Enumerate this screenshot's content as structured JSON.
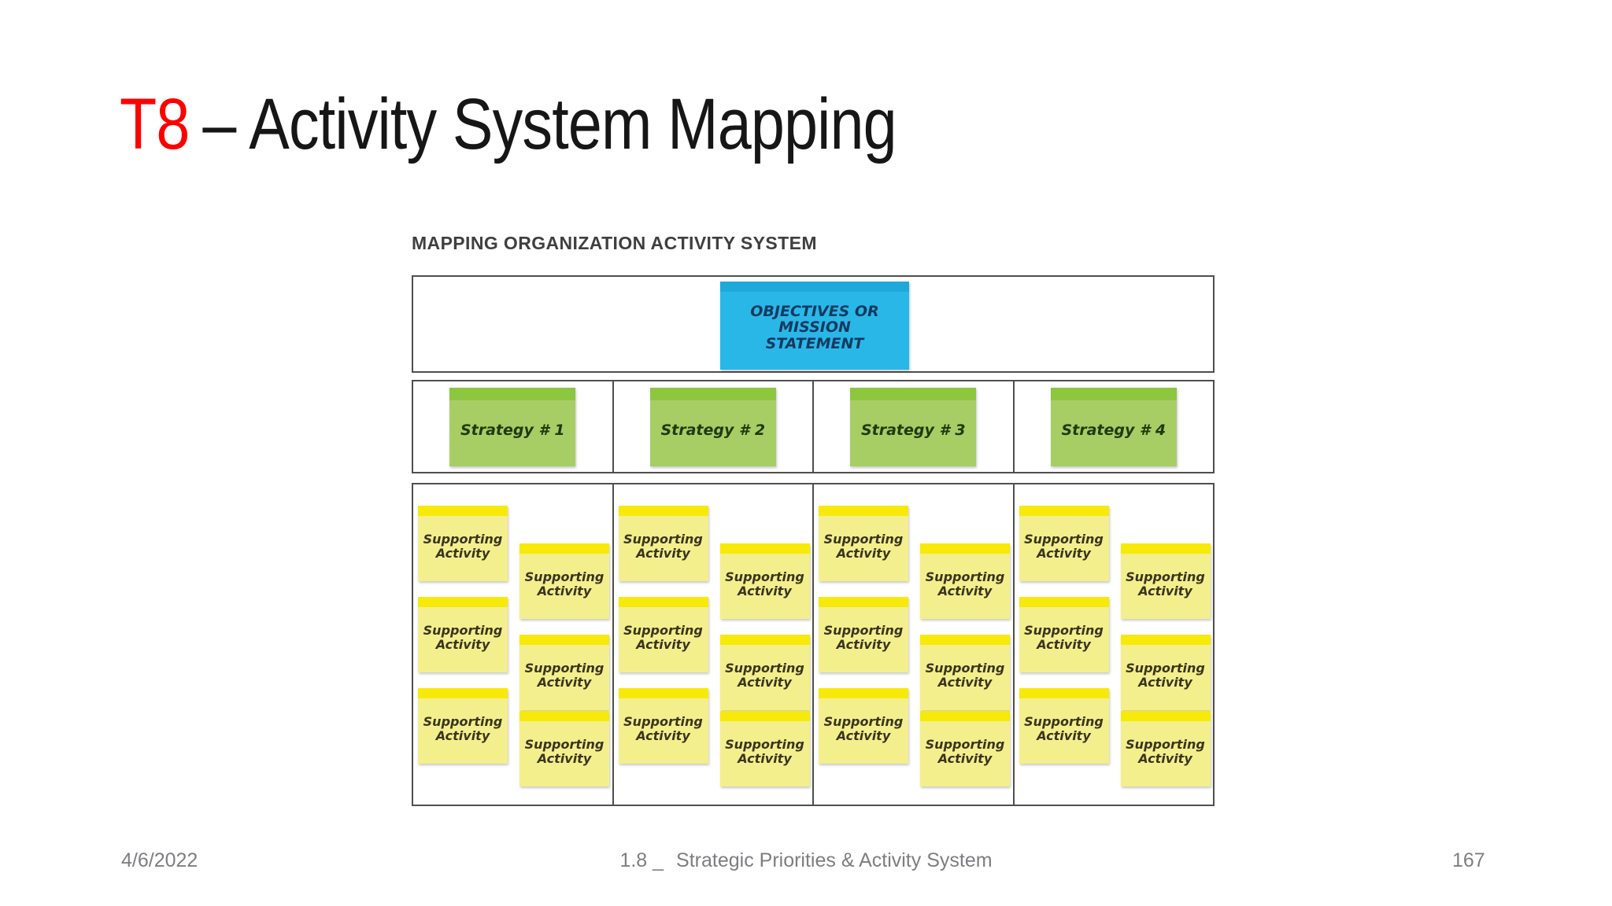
{
  "slide": {
    "title": {
      "tag": "T8",
      "separator": "–",
      "rest": "Activity System Mapping",
      "tag_color": "#ff0000"
    },
    "footer": {
      "date": "4/6/2022",
      "section_number": "1.8 _",
      "section_title": "Strategic Priorities & Activity System",
      "page": "167",
      "text_color": "#7e7e82"
    }
  },
  "diagram": {
    "heading": "MAPPING ORGANIZATION ACTIVITY SYSTEM",
    "objectives_note": {
      "label": "OBJECTIVES OR MISSION STATEMENT",
      "body_color": "#29b7e8",
      "strip_color": "#1fa9d9",
      "text_color": "#123a5e"
    },
    "strategies": [
      {
        "label": "Strategy # 1"
      },
      {
        "label": "Strategy # 2"
      },
      {
        "label": "Strategy # 3"
      },
      {
        "label": "Strategy # 4"
      }
    ],
    "strategy_note_colors": {
      "body": "#a6ce65",
      "strip": "#8dc63f",
      "text": "#203a0d"
    },
    "supporting_note_label": "Supporting Activity",
    "supporting_notes_per_strategy": 6,
    "supporting_note_colors": {
      "body": "#f4ef8d",
      "strip": "#f7e90a",
      "text": "#39351c"
    },
    "grid_border_color": "#4f4f4f"
  }
}
